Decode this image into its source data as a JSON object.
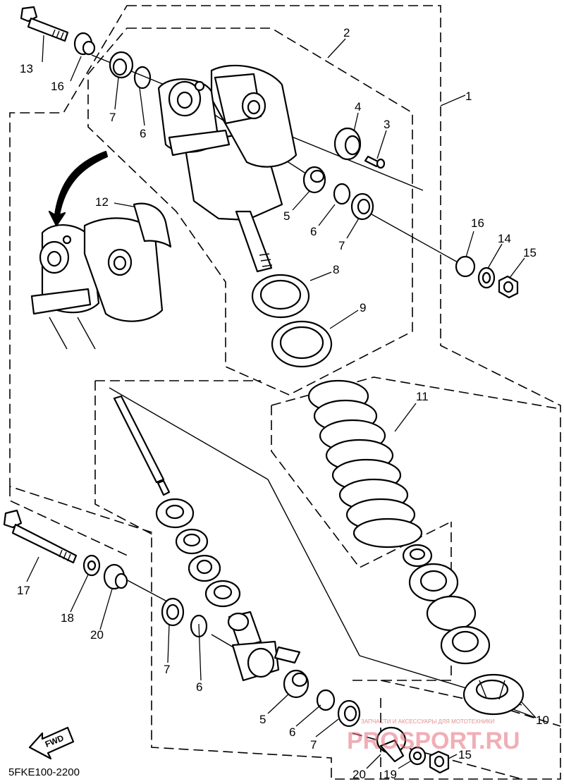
{
  "diagram_code": "5FKE100-2200",
  "fwd_label": "FWD",
  "watermark": {
    "main": "PROSPORT.RU",
    "tagline": "ЗАПЧАСТИ И АКСЕССУАРЫ ДЛЯ МОТОТЕХНИКИ"
  },
  "callouts": [
    {
      "id": "c1",
      "label": "1"
    },
    {
      "id": "c2",
      "label": "2"
    },
    {
      "id": "c3",
      "label": "3"
    },
    {
      "id": "c4",
      "label": "4"
    },
    {
      "id": "c5a",
      "label": "5"
    },
    {
      "id": "c5b",
      "label": "5"
    },
    {
      "id": "c6a",
      "label": "6"
    },
    {
      "id": "c6b",
      "label": "6"
    },
    {
      "id": "c6c",
      "label": "6"
    },
    {
      "id": "c6d",
      "label": "6"
    },
    {
      "id": "c7a",
      "label": "7"
    },
    {
      "id": "c7b",
      "label": "7"
    },
    {
      "id": "c7c",
      "label": "7"
    },
    {
      "id": "c7d",
      "label": "7"
    },
    {
      "id": "c8",
      "label": "8"
    },
    {
      "id": "c9",
      "label": "9"
    },
    {
      "id": "c10",
      "label": "10"
    },
    {
      "id": "c11",
      "label": "11"
    },
    {
      "id": "c12",
      "label": "12"
    },
    {
      "id": "c13",
      "label": "13"
    },
    {
      "id": "c14",
      "label": "14"
    },
    {
      "id": "c15a",
      "label": "15"
    },
    {
      "id": "c15b",
      "label": "15"
    },
    {
      "id": "c16a",
      "label": "16"
    },
    {
      "id": "c16b",
      "label": "16"
    },
    {
      "id": "c17",
      "label": "17"
    },
    {
      "id": "c18",
      "label": "18"
    },
    {
      "id": "c19",
      "label": "19"
    },
    {
      "id": "c20a",
      "label": "20"
    },
    {
      "id": "c20b",
      "label": "20"
    }
  ]
}
